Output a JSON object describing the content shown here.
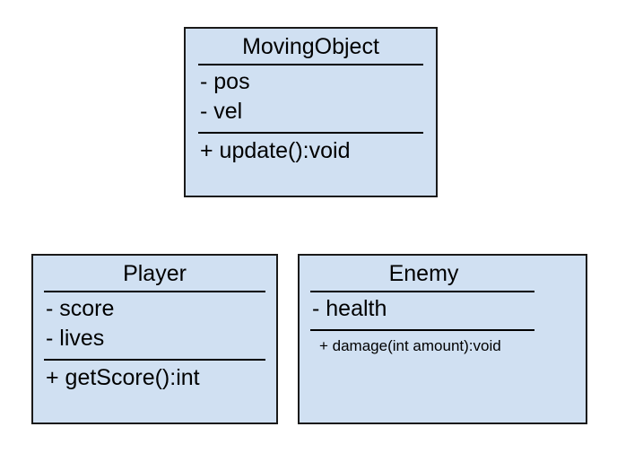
{
  "diagram": {
    "type": "uml-class-diagram",
    "background_color": "#ffffff",
    "class_fill_color": "#d0e0f2",
    "class_border_color": "#1a1a1a",
    "text_color": "#000000",
    "classes": [
      {
        "id": "movingobject",
        "name": "MovingObject",
        "attributes": [
          {
            "visibility": "-",
            "text": "- pos"
          },
          {
            "visibility": "-",
            "text": "- vel"
          }
        ],
        "operations": [
          {
            "visibility": "+",
            "text": "+ update():void"
          }
        ]
      },
      {
        "id": "player",
        "name": "Player",
        "attributes": [
          {
            "visibility": "-",
            "text": "- score"
          },
          {
            "visibility": "-",
            "text": "- lives"
          }
        ],
        "operations": [
          {
            "visibility": "+",
            "text": "+ getScore():int"
          }
        ]
      },
      {
        "id": "enemy",
        "name": "Enemy",
        "attributes": [
          {
            "visibility": "-",
            "text": "- health"
          }
        ],
        "operations": [
          {
            "visibility": "+",
            "text": "+ damage(int amount):void"
          }
        ]
      }
    ]
  }
}
